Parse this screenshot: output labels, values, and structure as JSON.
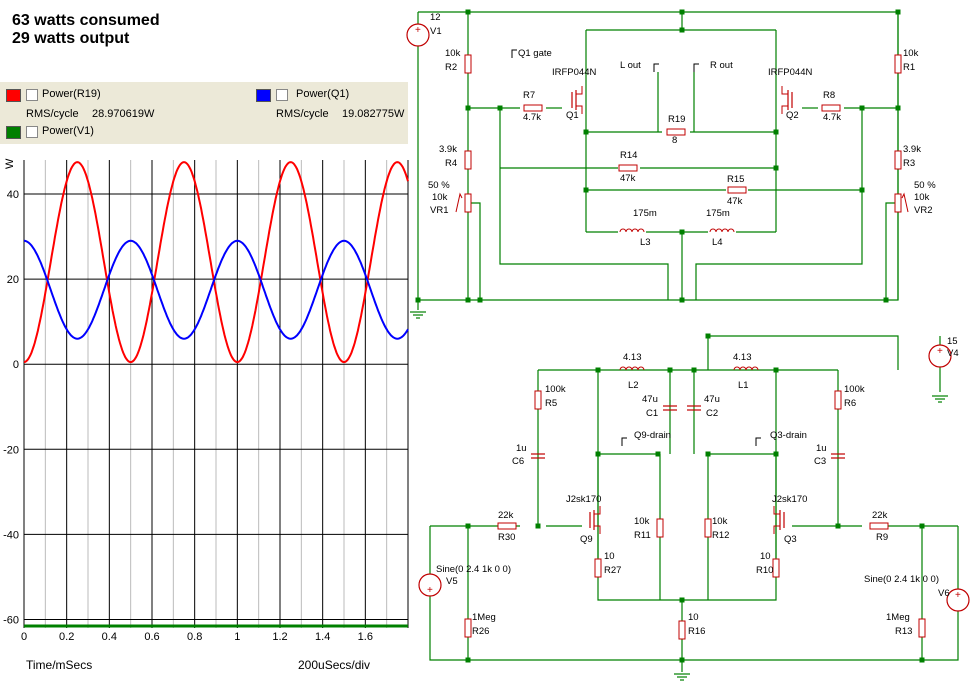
{
  "header": {
    "line1": "63 watts consumed",
    "line2": "29 watts output"
  },
  "legend": {
    "items": [
      {
        "label": "Power(R19)",
        "color": "#ff0000",
        "stat_label": "RMS/cycle",
        "stat_value": "28.970619W"
      },
      {
        "label": "Power(Q1)",
        "color": "#0000ff",
        "stat_label": "RMS/cycle",
        "stat_value": "19.082775W"
      },
      {
        "label": "Power(V1)",
        "color": "#008000"
      }
    ]
  },
  "footer": {
    "x_label": "Time/mSecs",
    "scale": "200uSecs/div"
  },
  "chart_data": {
    "type": "line",
    "ylabel": "W",
    "xlabel": "Time/mSecs",
    "xlim": [
      0,
      1.8
    ],
    "ylim": [
      -62,
      48
    ],
    "x_ticks": [
      "0",
      "0.2",
      "0.4",
      "0.6",
      "0.8",
      "1",
      "1.2",
      "1.4",
      "1.6"
    ],
    "y_ticks": [
      "40",
      "20",
      "0",
      "-20",
      "-40",
      "-60"
    ],
    "grid": true,
    "series": [
      {
        "name": "Power(R19)",
        "color": "#ff0000",
        "mean": 24,
        "amplitude": 23.5,
        "period_ms": 0.5,
        "phase_peak_ms": 0.25
      },
      {
        "name": "Power(Q1)",
        "color": "#0000ff",
        "mean": 17.5,
        "amplitude": 11.5,
        "period_ms": 0.5,
        "phase_peak_ms": 0.0
      }
    ]
  },
  "schematic": {
    "labels": [
      "12",
      "V1",
      "10k",
      "R2",
      "Q1 gate",
      "IRFP044N",
      "L out",
      "R out",
      "IRFP044N",
      "10k",
      "R1",
      "R7",
      "4.7k",
      "Q1",
      "R19",
      "8",
      "Q2",
      "R8",
      "4.7k",
      "3.9k",
      "R4",
      "R14",
      "47k",
      "3.9k",
      "R3",
      "50 %",
      "10k",
      "VR1",
      "R15",
      "47k",
      "50 %",
      "10k",
      "VR2",
      "175m",
      "L3",
      "175m",
      "L4",
      "15",
      "V4",
      "4.13",
      "L2",
      "4.13",
      "L1",
      "100k",
      "R5",
      "47u",
      "C1",
      "47u",
      "C2",
      "100k",
      "R6",
      "Q9-drain",
      "Q3-drain",
      "1u",
      "C6",
      "1u",
      "C3",
      "J2sk170",
      "J2sk170",
      "10k",
      "R11",
      "10k",
      "R12",
      "22k",
      "R30",
      "Q9",
      "Q3",
      "22k",
      "R9",
      "10",
      "R27",
      "10",
      "R10",
      "Sine(0 2.4 1k 0 0)",
      "V5",
      "Sine(0 2.4 1k 0 0)",
      "V6",
      "10",
      "R16",
      "1Meg",
      "R26",
      "1Meg",
      "R13"
    ]
  }
}
